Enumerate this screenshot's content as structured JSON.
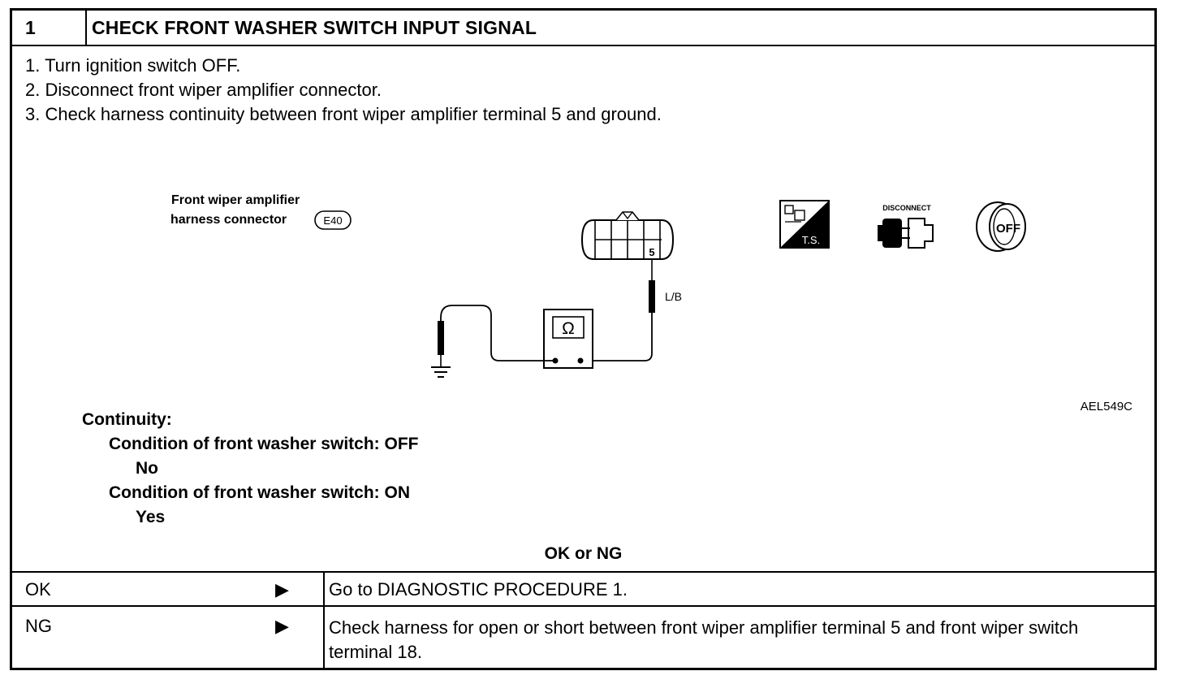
{
  "header": {
    "step_number": "1",
    "title": "CHECK FRONT WASHER SWITCH INPUT SIGNAL"
  },
  "steps": [
    "1.  Turn ignition switch OFF.",
    "2.  Disconnect front wiper amplifier connector.",
    "3.  Check harness continuity between front wiper amplifier terminal 5 and ground."
  ],
  "diagram": {
    "connector_label_line1": "Front wiper amplifier",
    "connector_label_line2": "harness connector",
    "connector_id": "E40",
    "terminal_number": "5",
    "wire_color": "L/B",
    "meter_symbol": "Ω",
    "ts_label": "T.S.",
    "disconnect_label": "DISCONNECT",
    "off_label": "OFF",
    "figure_code": "AEL549C",
    "icons": [
      "ts-icon",
      "disconnect-icon",
      "ignition-off-icon",
      "ohmmeter-icon",
      "ground-icon"
    ]
  },
  "result": {
    "heading": "Continuity:",
    "condition_off": "Condition of front washer switch: OFF",
    "value_off": "No",
    "condition_on": "Condition of front washer switch: ON",
    "value_on": "Yes"
  },
  "ok_ng_heading": "OK or NG",
  "outcomes": [
    {
      "label": "OK",
      "arrow": "▶",
      "action": "Go to DIAGNOSTIC PROCEDURE 1."
    },
    {
      "label": "NG",
      "arrow": "▶",
      "action": "Check harness for open or short between front wiper amplifier terminal 5 and front wiper switch terminal 18."
    }
  ]
}
